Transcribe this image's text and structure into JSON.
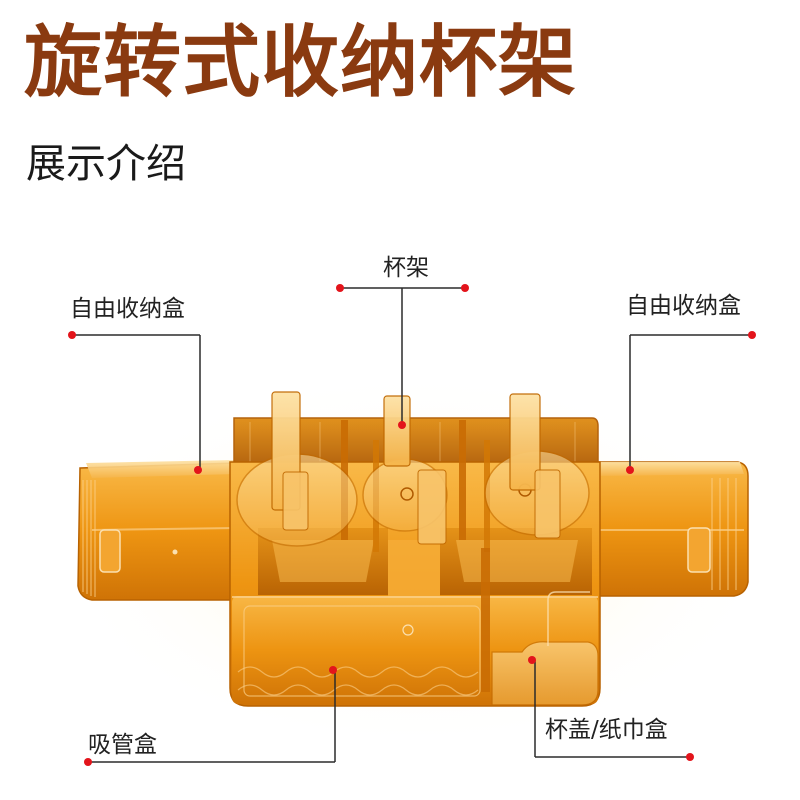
{
  "header": {
    "title": "旋转式收纳杯架",
    "subtitle": "展示介绍"
  },
  "callouts": {
    "cup_rack": "杯架",
    "left_storage_box": "自由收纳盒",
    "right_storage_box": "自由收纳盒",
    "straw_box": "吸管盒",
    "lid_tissue_box": "杯盖/纸巾盒"
  },
  "colors": {
    "title": "#8a3a10",
    "marker": "#e3141b",
    "leader": "#2b2b2b",
    "text": "#1a1a1a",
    "product_amber": "#ee9512"
  }
}
